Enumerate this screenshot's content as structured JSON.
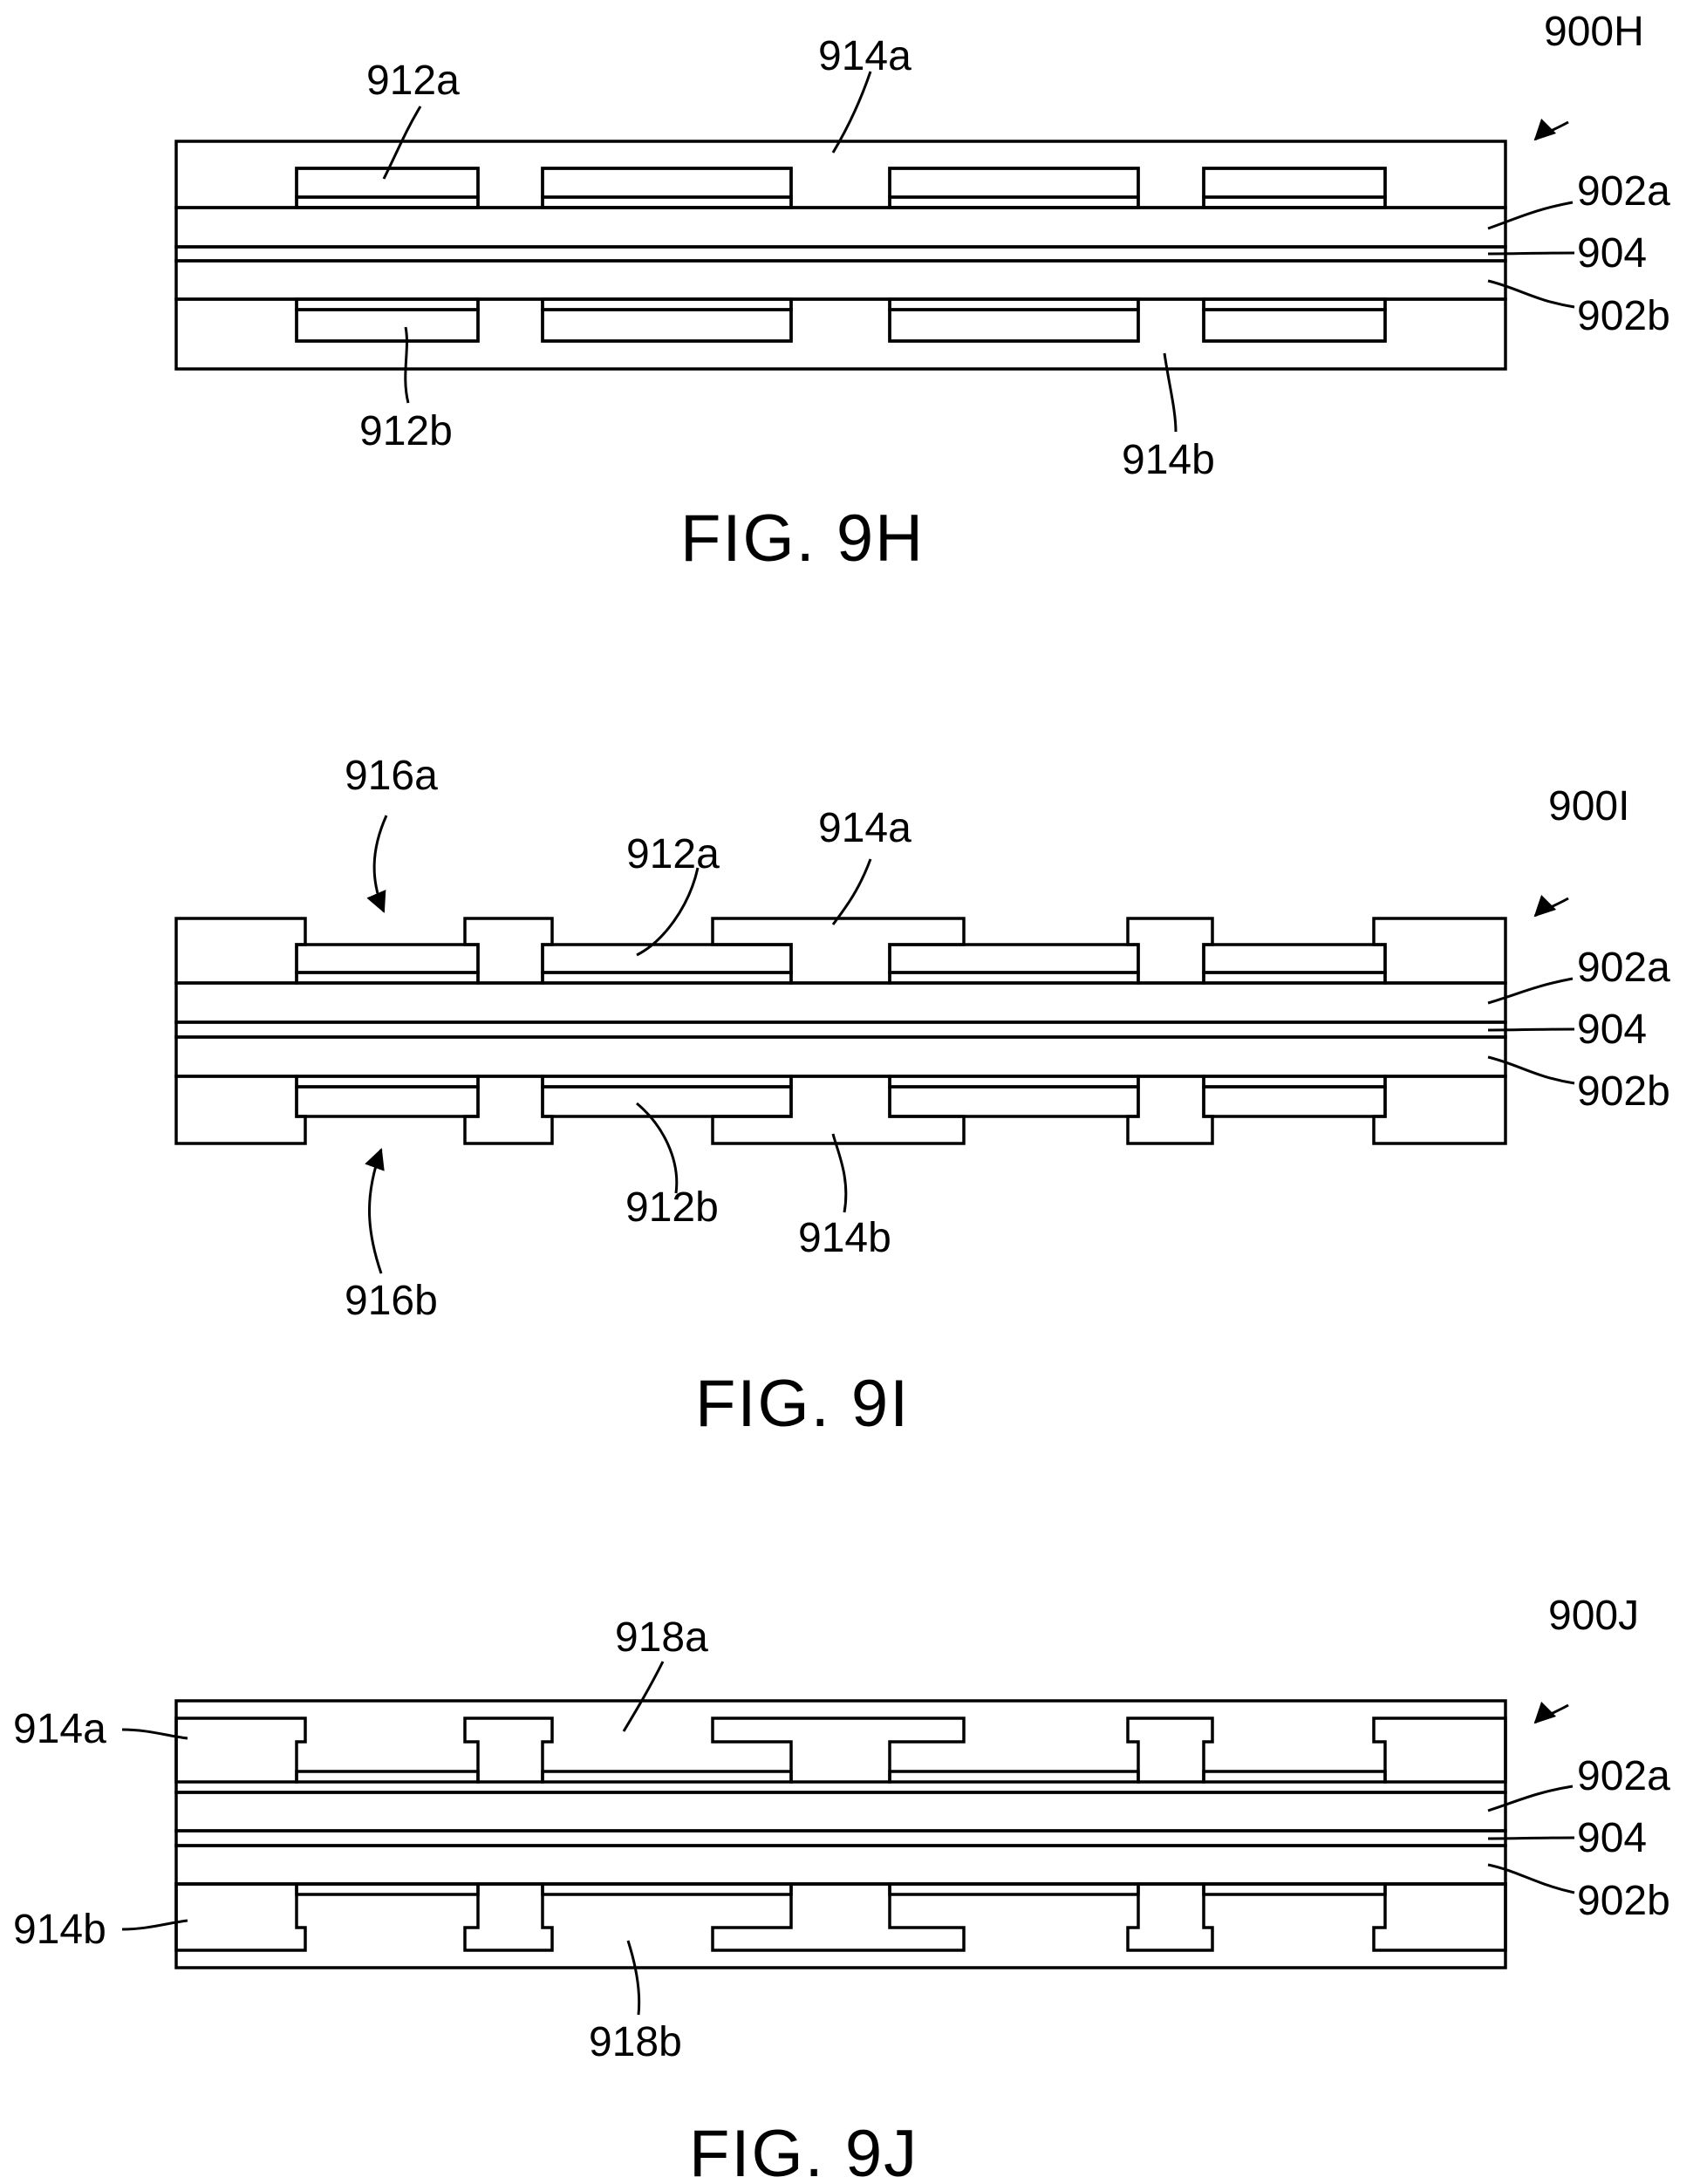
{
  "figures": [
    {
      "id": "9H",
      "caption": "FIG. 9H",
      "ref": "900H",
      "labels": {
        "top_dielectric": "914a",
        "top_trace": "912a",
        "upper_core": "902a",
        "center_layer": "904",
        "lower_core": "902b",
        "bottom_trace": "912b",
        "bottom_dielectric": "914b"
      }
    },
    {
      "id": "9I",
      "caption": "FIG. 9I",
      "ref": "900I",
      "labels": {
        "top_opening": "916a",
        "top_trace": "912a",
        "top_dielectric": "914a",
        "upper_core": "902a",
        "center_layer": "904",
        "lower_core": "902b",
        "bottom_opening": "916b",
        "bottom_trace": "912b",
        "bottom_dielectric": "914b"
      }
    },
    {
      "id": "9J",
      "caption": "FIG. 9J",
      "ref": "900J",
      "labels": {
        "top_dielectric": "914a",
        "top_fill": "918a",
        "upper_core": "902a",
        "center_layer": "904",
        "lower_core": "902b",
        "bottom_dielectric": "914b",
        "bottom_fill": "918b"
      }
    }
  ]
}
